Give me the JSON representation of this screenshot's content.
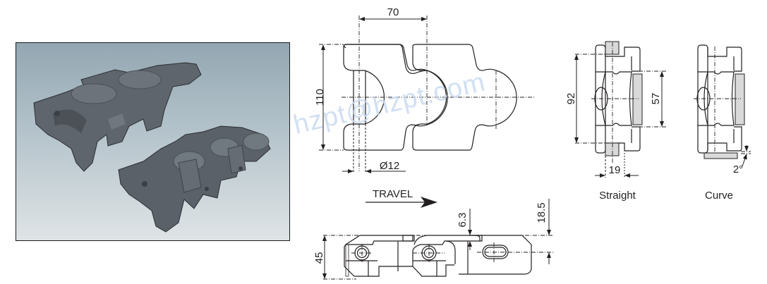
{
  "photo": {
    "description": "Cast chain links (two units) on gradient background",
    "background_colors": [
      "#93a7b2",
      "#dfe4e6"
    ],
    "link_color": "#5d636a"
  },
  "top_view": {
    "pitch_label": "70",
    "width_label": "110",
    "pin_diameter_label": "Ø12"
  },
  "side_view": {
    "travel_label": "TRAVEL",
    "height_label": "45",
    "top_plate_label": "6.3",
    "pin_height_label": "18.5"
  },
  "straight_view": {
    "caption": "Straight",
    "overall_label": "92",
    "inner_label": "57",
    "wear_strip_label": "19"
  },
  "curve_view": {
    "caption": "Curve",
    "angle_label": "2°"
  },
  "watermark": "hzpt@hzpt.com",
  "colors": {
    "line": "#231f20",
    "fill_gray": "#d9d9d9",
    "watermark": "#c9dbf2"
  }
}
